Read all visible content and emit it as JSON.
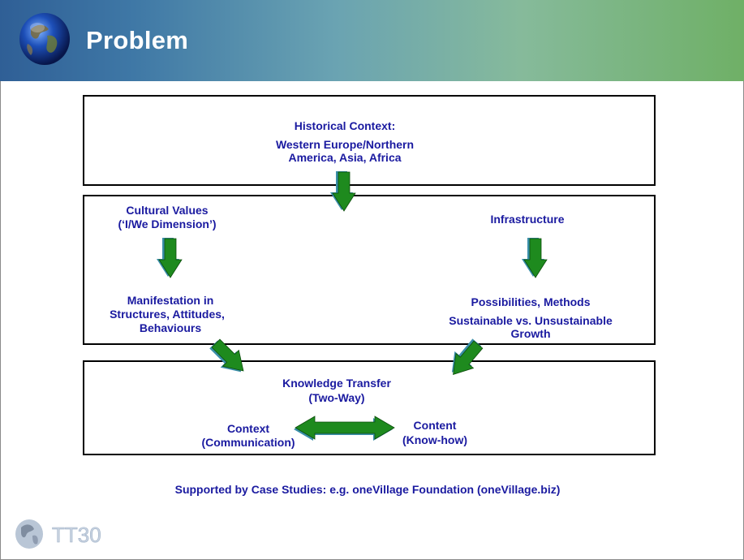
{
  "slide": {
    "title": "Problem",
    "box1": {
      "heading": "Historical Context:",
      "line1": "Western Europe/Northern",
      "line2": "America, Asia, Africa"
    },
    "box2": {
      "cultural_line1": "Cultural Values",
      "cultural_line2": "(‘I/We Dimension’)",
      "infrastructure": "Infrastructure",
      "manifest_line1": "Manifestation in",
      "manifest_line2": "Structures, Attitudes,",
      "manifest_line3": "Behaviours",
      "poss_line1": "Possibilities, Methods",
      "poss_line2": "Sustainable vs. Unsustainable",
      "poss_line3": "Growth"
    },
    "box3": {
      "kt_line1": "Knowledge Transfer",
      "kt_line2": "(Two-Way)",
      "context_line1": "Context",
      "context_line2": "(Communication)",
      "content_line1": "Content",
      "content_line2": "(Know-how)"
    },
    "footnote": "Supported by Case Studies: e.g.  oneVillage Foundation (oneVillage.biz)",
    "colors": {
      "text": "#1a1aa0",
      "arrow": "#1e8a1e",
      "arrow_shadow": "#3a8fa8"
    },
    "logo_text": "TT30"
  }
}
